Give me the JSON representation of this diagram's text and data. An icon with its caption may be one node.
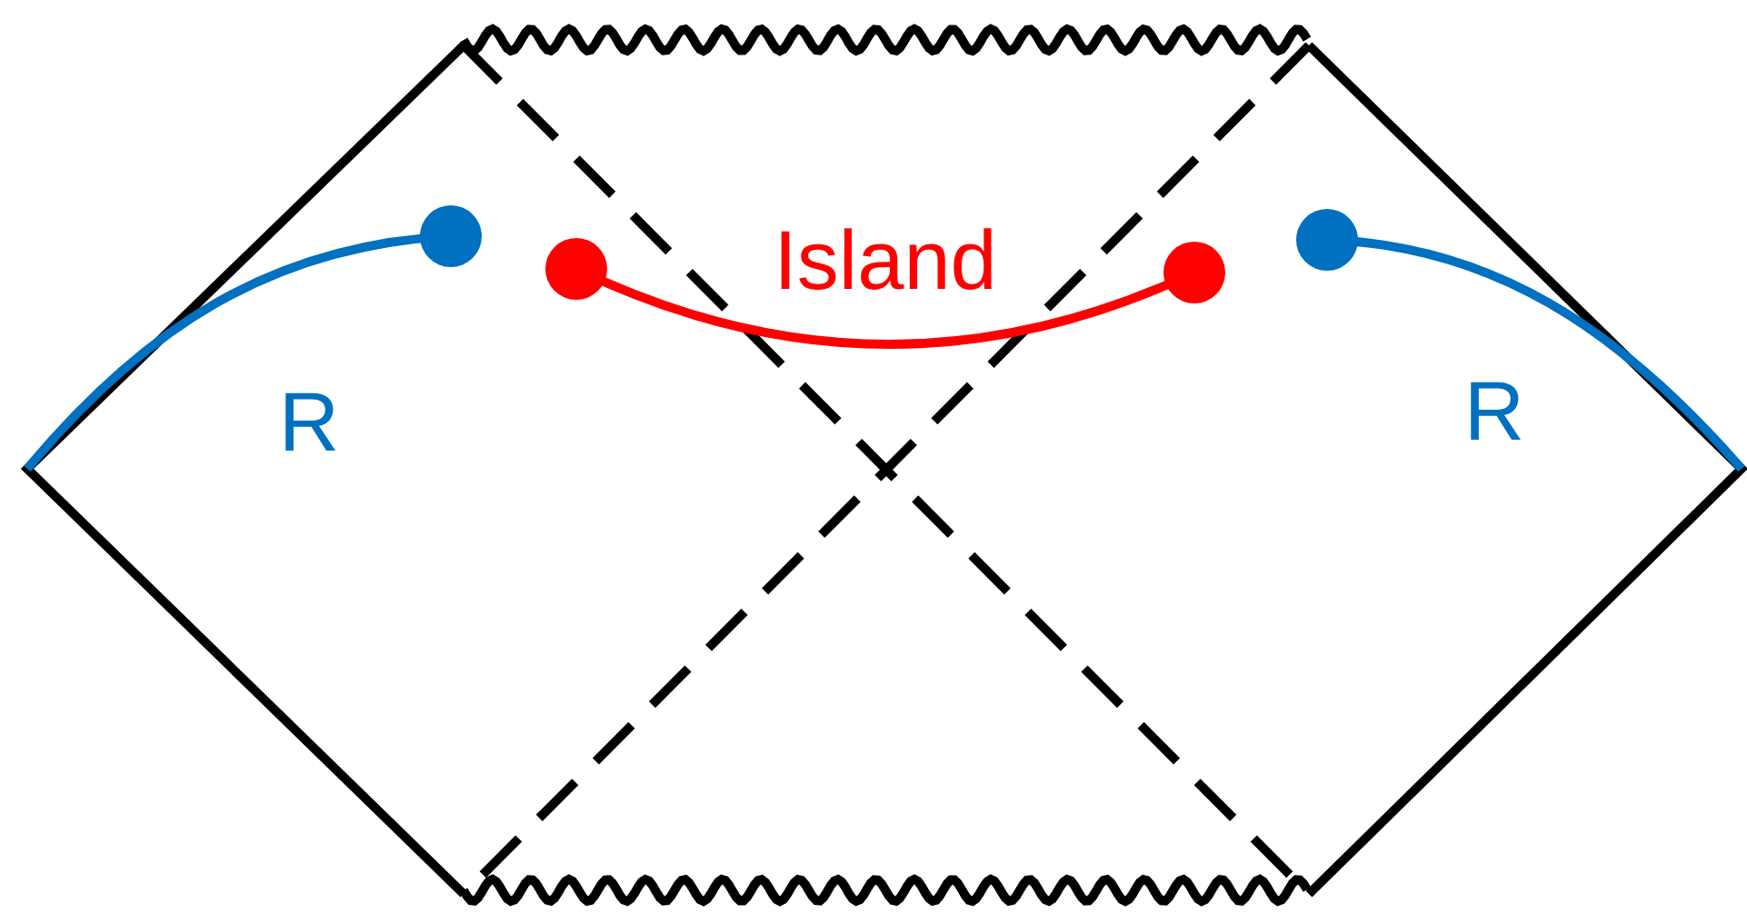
{
  "diagram": {
    "labels": [
      "Island",
      "R",
      "R"
    ]
  }
}
